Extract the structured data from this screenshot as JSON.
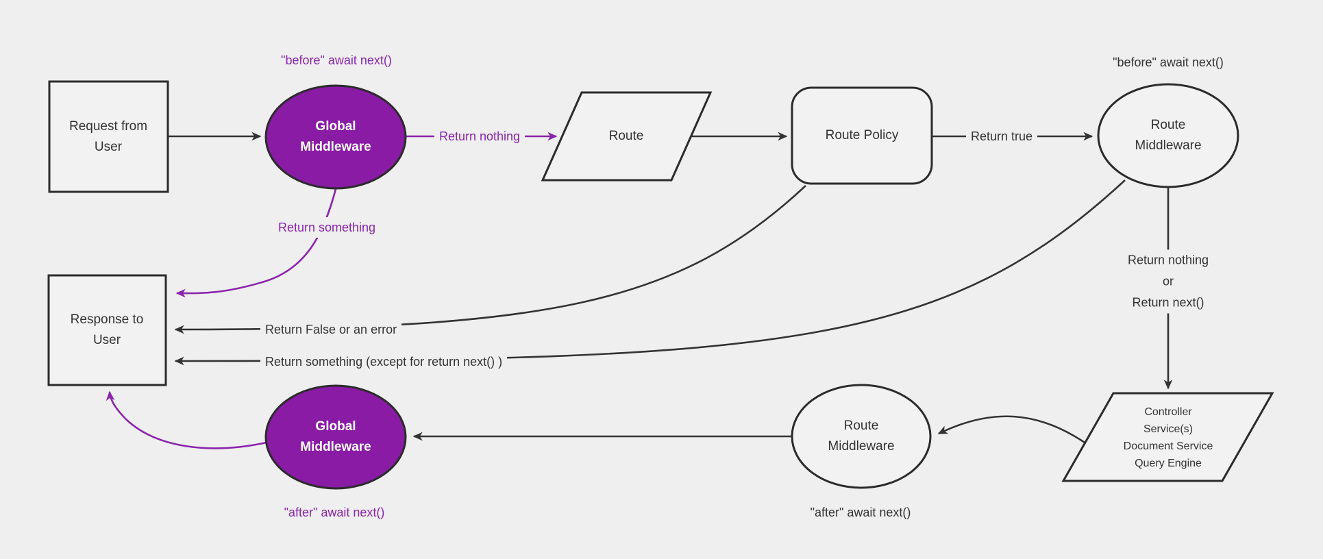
{
  "diagram": {
    "type": "flowchart",
    "background": "#efefef",
    "colors": {
      "purple_fill": "#891ba5",
      "purple_accent": "#8b24ad",
      "node_fill": "#f2f2f2",
      "node_stroke": "#2b2b2b",
      "edge_stroke": "#333333",
      "text": "#333333"
    },
    "nodes": {
      "request": {
        "shape": "rectangle",
        "lines": [
          "Request from",
          "User"
        ]
      },
      "global_middleware_top": {
        "shape": "ellipse",
        "lines": [
          "Global",
          "Middleware"
        ]
      },
      "route": {
        "shape": "parallelogram",
        "lines": [
          "Route"
        ]
      },
      "route_policy": {
        "shape": "rounded-rectangle",
        "lines": [
          "Route Policy"
        ]
      },
      "route_middleware_top": {
        "shape": "ellipse",
        "lines": [
          "Route",
          "Middleware"
        ]
      },
      "response": {
        "shape": "rectangle",
        "lines": [
          "Response to",
          "User"
        ]
      },
      "controller": {
        "shape": "parallelogram",
        "lines": [
          "Controller",
          "Service(s)",
          "Document Service",
          "Query Engine"
        ]
      },
      "route_middleware_bottom": {
        "shape": "ellipse",
        "lines": [
          "Route",
          "Middleware"
        ]
      },
      "global_middleware_bottom": {
        "shape": "ellipse",
        "lines": [
          "Global",
          "Middleware"
        ]
      }
    },
    "labels": {
      "before_await_top_left": "\"before\" await next()",
      "before_await_top_right": "\"before\" await next()",
      "return_nothing": "Return nothing",
      "return_true": "Return true",
      "return_something": "Return something",
      "return_false_error": "Return False or an error",
      "return_something_except": "Return something (except for return next() )",
      "return_nothing_or": [
        "Return nothing",
        "or",
        "Return next()"
      ],
      "after_await_left": "\"after\" await next()",
      "after_await_middle": "\"after\" await next()"
    }
  }
}
